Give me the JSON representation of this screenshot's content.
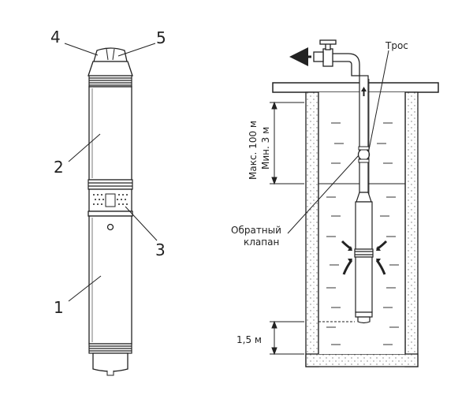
{
  "pump_callouts": [
    "4",
    "5",
    "2",
    "3",
    "1"
  ],
  "well": {
    "cable_label": "Трос",
    "valve_label_line1": "Обратный",
    "valve_label_line2": "клапан",
    "depth_max": "Макс. 100 м",
    "depth_min": "Мин. 3 м",
    "bottom_gap": "1,5 м"
  }
}
